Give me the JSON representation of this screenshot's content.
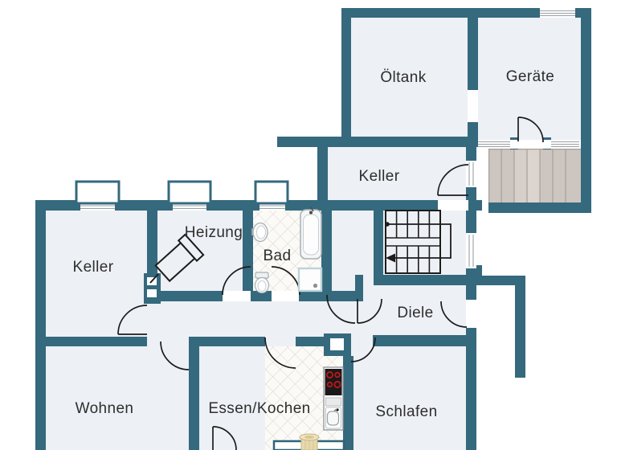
{
  "plan": {
    "type": "basement-floor-plan",
    "language": "de"
  },
  "rooms": {
    "oeltank": {
      "label": "Öltank"
    },
    "geraete": {
      "label": "Geräte"
    },
    "keller_mitte": {
      "label": "Keller"
    },
    "keller_links": {
      "label": "Keller"
    },
    "heizung": {
      "label": "Heizung"
    },
    "bad": {
      "label": "Bad"
    },
    "diele": {
      "label": "Diele"
    },
    "wohnen": {
      "label": "Wohnen"
    },
    "essen_kochen": {
      "label": "Essen/Kochen"
    },
    "schlafen": {
      "label": "Schlafen"
    }
  },
  "fixtures": [
    "bathtub",
    "wash-basin",
    "toilet",
    "shower",
    "boiler",
    "chimney",
    "stove",
    "kitchen-sink",
    "kitchen-counter",
    "stairs",
    "walk-line-arrow",
    "wood-deck",
    "vase",
    "light-well",
    "window",
    "door"
  ],
  "colors": {
    "wall": "#35697d",
    "floor": "#edf0f5",
    "background": "#ffffff",
    "tile_bg": "#fbfaf7",
    "tile_line": "#ddd6cb",
    "deck_base": "#cdc5bf",
    "deck_plank_light": "#dbd4cf",
    "deck_line": "#a89e97",
    "door_arc": "#1c1c1c",
    "stair_line": "#1c1c1c",
    "window_line": "#9aa0a5",
    "fixture_line": "#a8b0b4",
    "burner_red": "#b5171b",
    "vase_beige": "#e7d9ae",
    "label_color": "#2e2e2e"
  }
}
